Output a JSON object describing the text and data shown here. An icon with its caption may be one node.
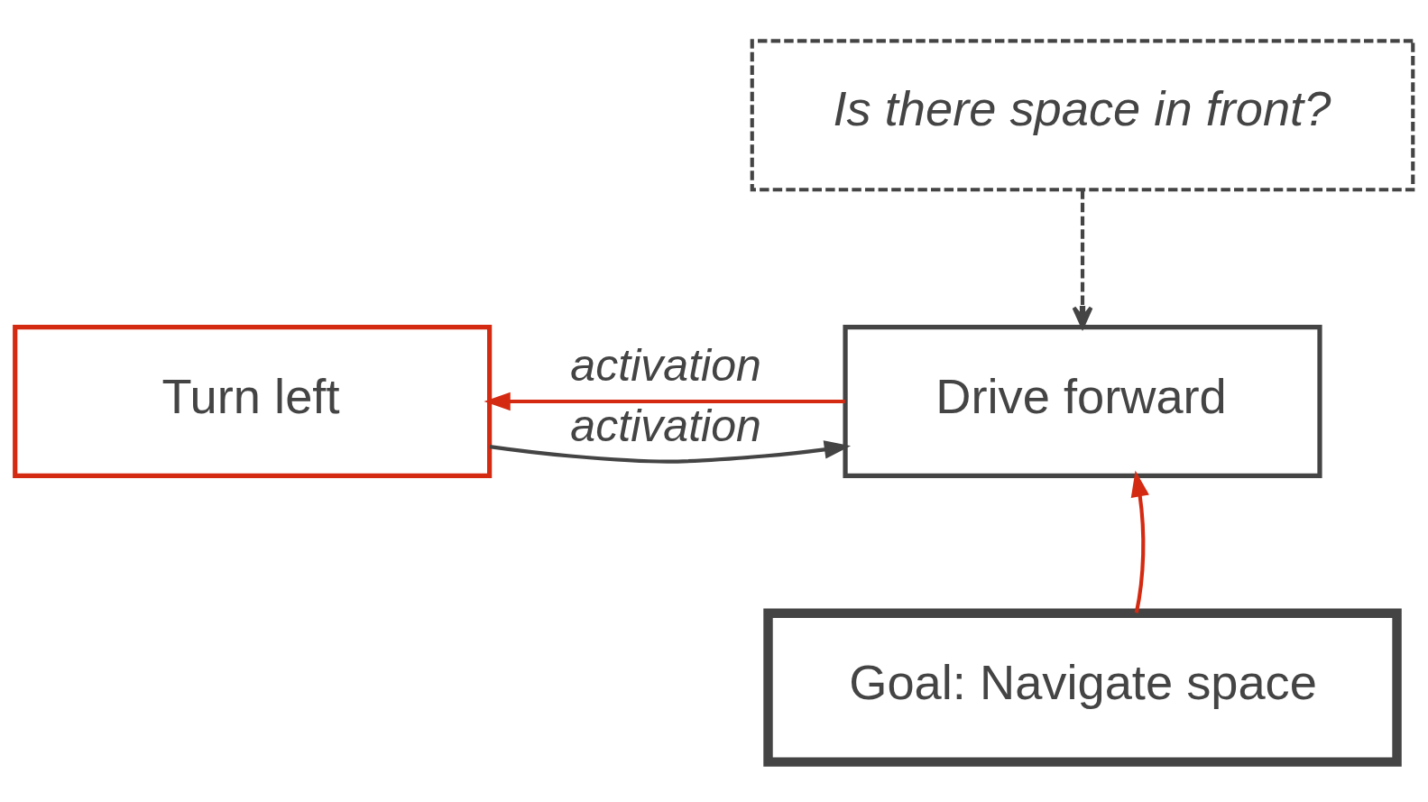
{
  "diagram": {
    "nodes": [
      {
        "text": [
          "Is there space in front?"
        ]
      },
      {
        "text": [
          "Turn left"
        ]
      },
      {
        "text": [
          "Drive forward"
        ]
      },
      {
        "text": [
          "Goal: Navigate space"
        ]
      }
    ],
    "edges": [
      {
        "from": 0,
        "to": 2,
        "arrow": "to",
        "style": "dashed"
      },
      {
        "from": 2,
        "to": 1,
        "arrow": "to",
        "label": "activation",
        "color": "#d42a12"
      },
      {
        "from": 1,
        "to": 2,
        "arrow": "to",
        "label": "activation"
      },
      {
        "from": 3,
        "to": 2,
        "arrow": "to",
        "color": "#d42a12"
      }
    ]
  }
}
